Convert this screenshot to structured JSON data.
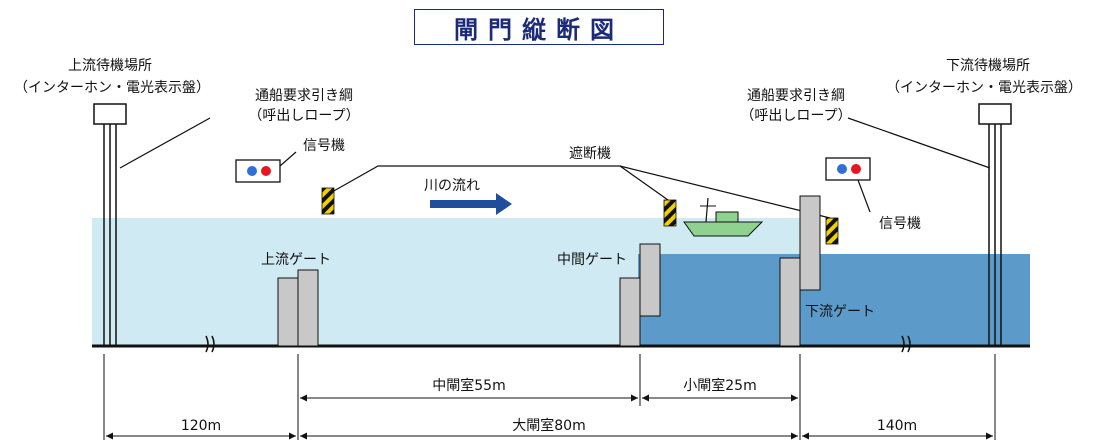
{
  "title": "閘門縦断図",
  "upstream_waiting": {
    "line1": "上流待機場所",
    "line2": "（インターホン・電光表示盤）"
  },
  "downstream_waiting": {
    "line1": "下流待機場所",
    "line2": "（インターホン・電光表示盤）"
  },
  "rope_left": {
    "line1": "通船要求引き綱",
    "line2": "（呼出しロープ）"
  },
  "rope_right": {
    "line1": "通船要求引き綱",
    "line2": "（呼出しロープ）"
  },
  "signal_left": "信号機",
  "signal_right": "信号機",
  "barrier": "遮断機",
  "flow": "川の流れ",
  "gates": {
    "upstream": "上流ゲート",
    "middle": "中間ゲート",
    "downstream": "下流ゲート"
  },
  "dimensions": {
    "middle_chamber": "中閘室55m",
    "small_chamber": "小閘室25m",
    "large_chamber": "大閘室80m",
    "left_length": "120m",
    "right_length": "140m"
  },
  "colors": {
    "upstream_water": "#cfeaf2",
    "downstream_water": "#5b9ac9",
    "gate": "#c8c8c8",
    "boat": "#8fd18f",
    "arrow": "#1f4e9c",
    "signal_blue": "#2f6fd6",
    "signal_red": "#e8141e",
    "title": "#1c2a7a"
  }
}
